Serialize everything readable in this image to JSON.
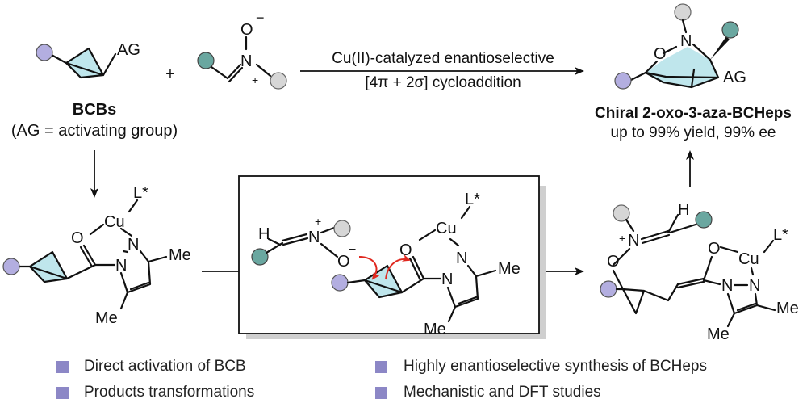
{
  "colors": {
    "purple": "#b3aee0",
    "teal": "#6aa7a0",
    "gray": "#d6d6d6",
    "face": "#bfe6ec",
    "red": "#e0281f",
    "legend_square": "#8c87c6"
  },
  "reactants": {
    "ag": "AG",
    "bcb_label": "BCBs",
    "bcb_sub": "(AG = activating group)",
    "plus": "+",
    "nitrone_o": "O",
    "minus": "−",
    "nitrone_n": "N",
    "plus_charge": "+"
  },
  "reaction": {
    "line1": "Cu(II)-catalyzed enantioselective",
    "line2": "[4π + 2σ] cycloaddition"
  },
  "product": {
    "o": "O",
    "n": "N",
    "ag": "AG",
    "name": "Chiral 2-oxo-3-aza-BCHeps",
    "yield": "up to 99% yield, 99% ee"
  },
  "complex": {
    "l": "L*",
    "cu": "Cu",
    "o": "O",
    "n1": "N",
    "n2": "N",
    "me_right": "Me",
    "me_bottom": "Me"
  },
  "box": {
    "h": "H",
    "n": "N",
    "plus": "+",
    "o": "O",
    "minus": "−",
    "o2": "O",
    "cu": "Cu",
    "l": "L*",
    "n1": "N",
    "n2": "N",
    "me_right": "Me",
    "me_bottom": "Me"
  },
  "intermediate": {
    "h": "H",
    "n": "N",
    "plus": "+",
    "o": "O",
    "o2": "O",
    "cu": "Cu",
    "l": "L*",
    "n1": "N",
    "n2": "N",
    "me_right": "Me",
    "me_bottom": "Me"
  },
  "features": [
    "Direct activation of BCB",
    "Highly enantioselective synthesis of BCHeps",
    "Products transformations",
    "Mechanistic and DFT studies"
  ]
}
